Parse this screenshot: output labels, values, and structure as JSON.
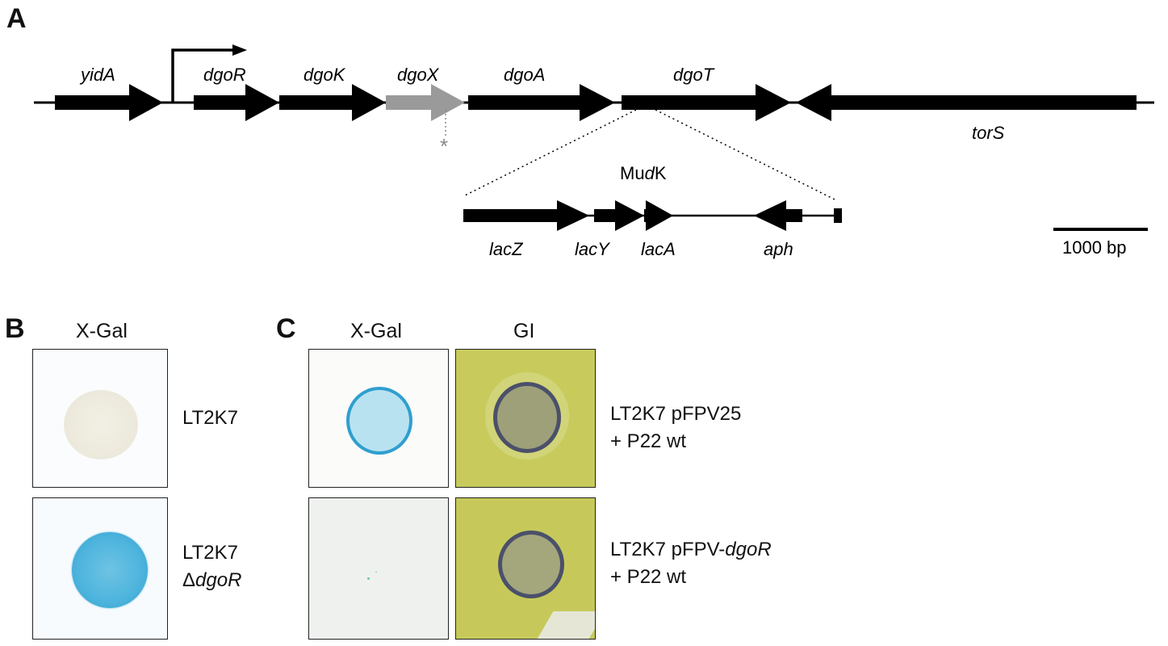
{
  "panel_a": {
    "letter": "A",
    "genes": {
      "yidA": "yidA",
      "dgoR": "dgoR",
      "dgoK": "dgoK",
      "dgoX": "dgoX",
      "dgoA": "dgoA",
      "dgoT": "dgoT",
      "torS": "torS"
    },
    "asterisk": "*",
    "insert": {
      "name_pre": "Mu",
      "name_italic": "d",
      "name_post": "K",
      "genes": {
        "lacZ": "lacZ",
        "lacY": "lacY",
        "lacA": "lacA",
        "aph": "aph"
      }
    },
    "scale_bar": "1000 bp",
    "colors": {
      "gene": "#000000",
      "highlight_gene": "#9a9a9a"
    }
  },
  "panel_b": {
    "letter": "B",
    "header": "X-Gal",
    "rows": [
      {
        "strain": "LT2K7",
        "strain_line2_prefix": "",
        "strain_line2_italic": ""
      },
      {
        "strain": "LT2K7",
        "strain_line2_prefix": "Δ",
        "strain_line2_italic": "dgoR"
      }
    ]
  },
  "panel_c": {
    "letter": "C",
    "header_xgal": "X-Gal",
    "header_gi": "GI",
    "rows": [
      {
        "line1_prefix": "LT2K7 pFPV25",
        "line1_italic": "",
        "line2": "+ P22 wt"
      },
      {
        "line1_prefix": "LT2K7 pFPV-",
        "line1_italic": "dgoR",
        "line2": "+ P22 wt"
      }
    ],
    "colors": {
      "xgal_blue": "#3fa9d4",
      "gi_background": "#c9cb5e",
      "gi_ring": "#4a4f6a"
    }
  }
}
